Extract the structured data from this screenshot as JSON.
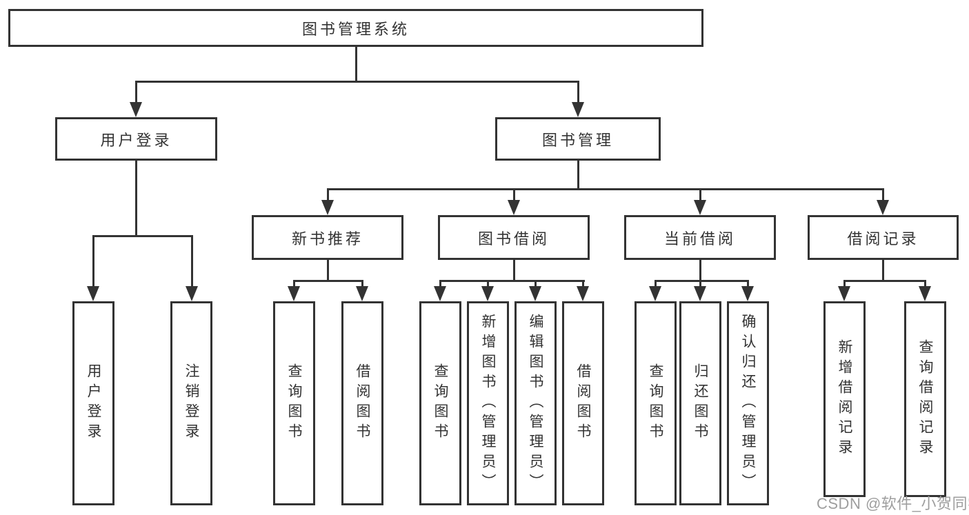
{
  "diagram": {
    "type": "tree",
    "root": "图书管理系统",
    "level2": [
      "用户登录",
      "图书管理"
    ],
    "level3": [
      "新书推荐",
      "图书借阅",
      "当前借阅",
      "借阅记录"
    ],
    "leaves": {
      "user_login": [
        "用户登录",
        "注销登录"
      ],
      "new_book": [
        "查询图书",
        "借阅图书"
      ],
      "book_borrow": [
        "查询图书",
        "新增图书（管理员）",
        "编辑图书（管理员）",
        "借阅图书"
      ],
      "current_borrow": [
        "查询图书",
        "归还图书",
        "确认归还（管理员）"
      ],
      "borrow_records": [
        "新增借阅记录",
        "查询借阅记录"
      ]
    },
    "colors": {
      "line": "#333333",
      "text": "#333333",
      "box_background": "#ffffff",
      "page_background": "#ffffff"
    }
  },
  "watermark": {
    "text": "CSDN @软件_小贺同学",
    "color": "#9e9e9e"
  }
}
